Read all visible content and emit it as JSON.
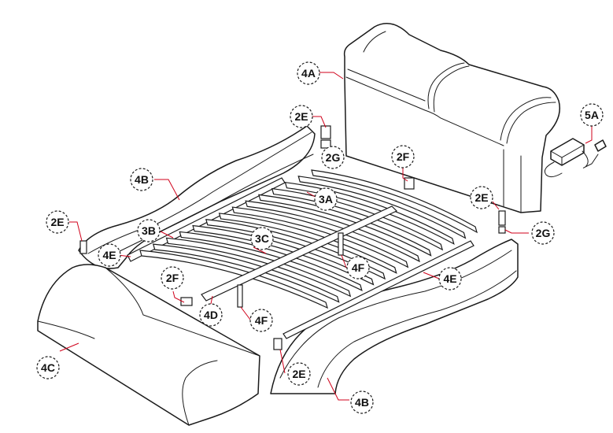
{
  "callouts": {
    "c4A": {
      "text": "4A"
    },
    "c5A": {
      "text": "5A"
    },
    "c2E_a": {
      "text": "2E"
    },
    "c2G_a": {
      "text": "2G"
    },
    "c2F_a": {
      "text": "2F"
    },
    "c2E_b": {
      "text": "2E"
    },
    "c2G_b": {
      "text": "2G"
    },
    "c4B_a": {
      "text": "4B"
    },
    "c3A": {
      "text": "3A"
    },
    "c2E_c": {
      "text": "2E"
    },
    "c3B": {
      "text": "3B"
    },
    "c3C": {
      "text": "3C"
    },
    "c4E_a": {
      "text": "4E"
    },
    "c4F_a": {
      "text": "4F"
    },
    "c2F_b": {
      "text": "2F"
    },
    "c4E_b": {
      "text": "4E"
    },
    "c4D": {
      "text": "4D"
    },
    "c4F_b": {
      "text": "4F"
    },
    "c4C": {
      "text": "4C"
    },
    "c2E_d": {
      "text": "2E"
    },
    "c4B_b": {
      "text": "4B"
    }
  },
  "colors": {
    "leader": "#d0021b",
    "outline": "#1a1a1a"
  }
}
